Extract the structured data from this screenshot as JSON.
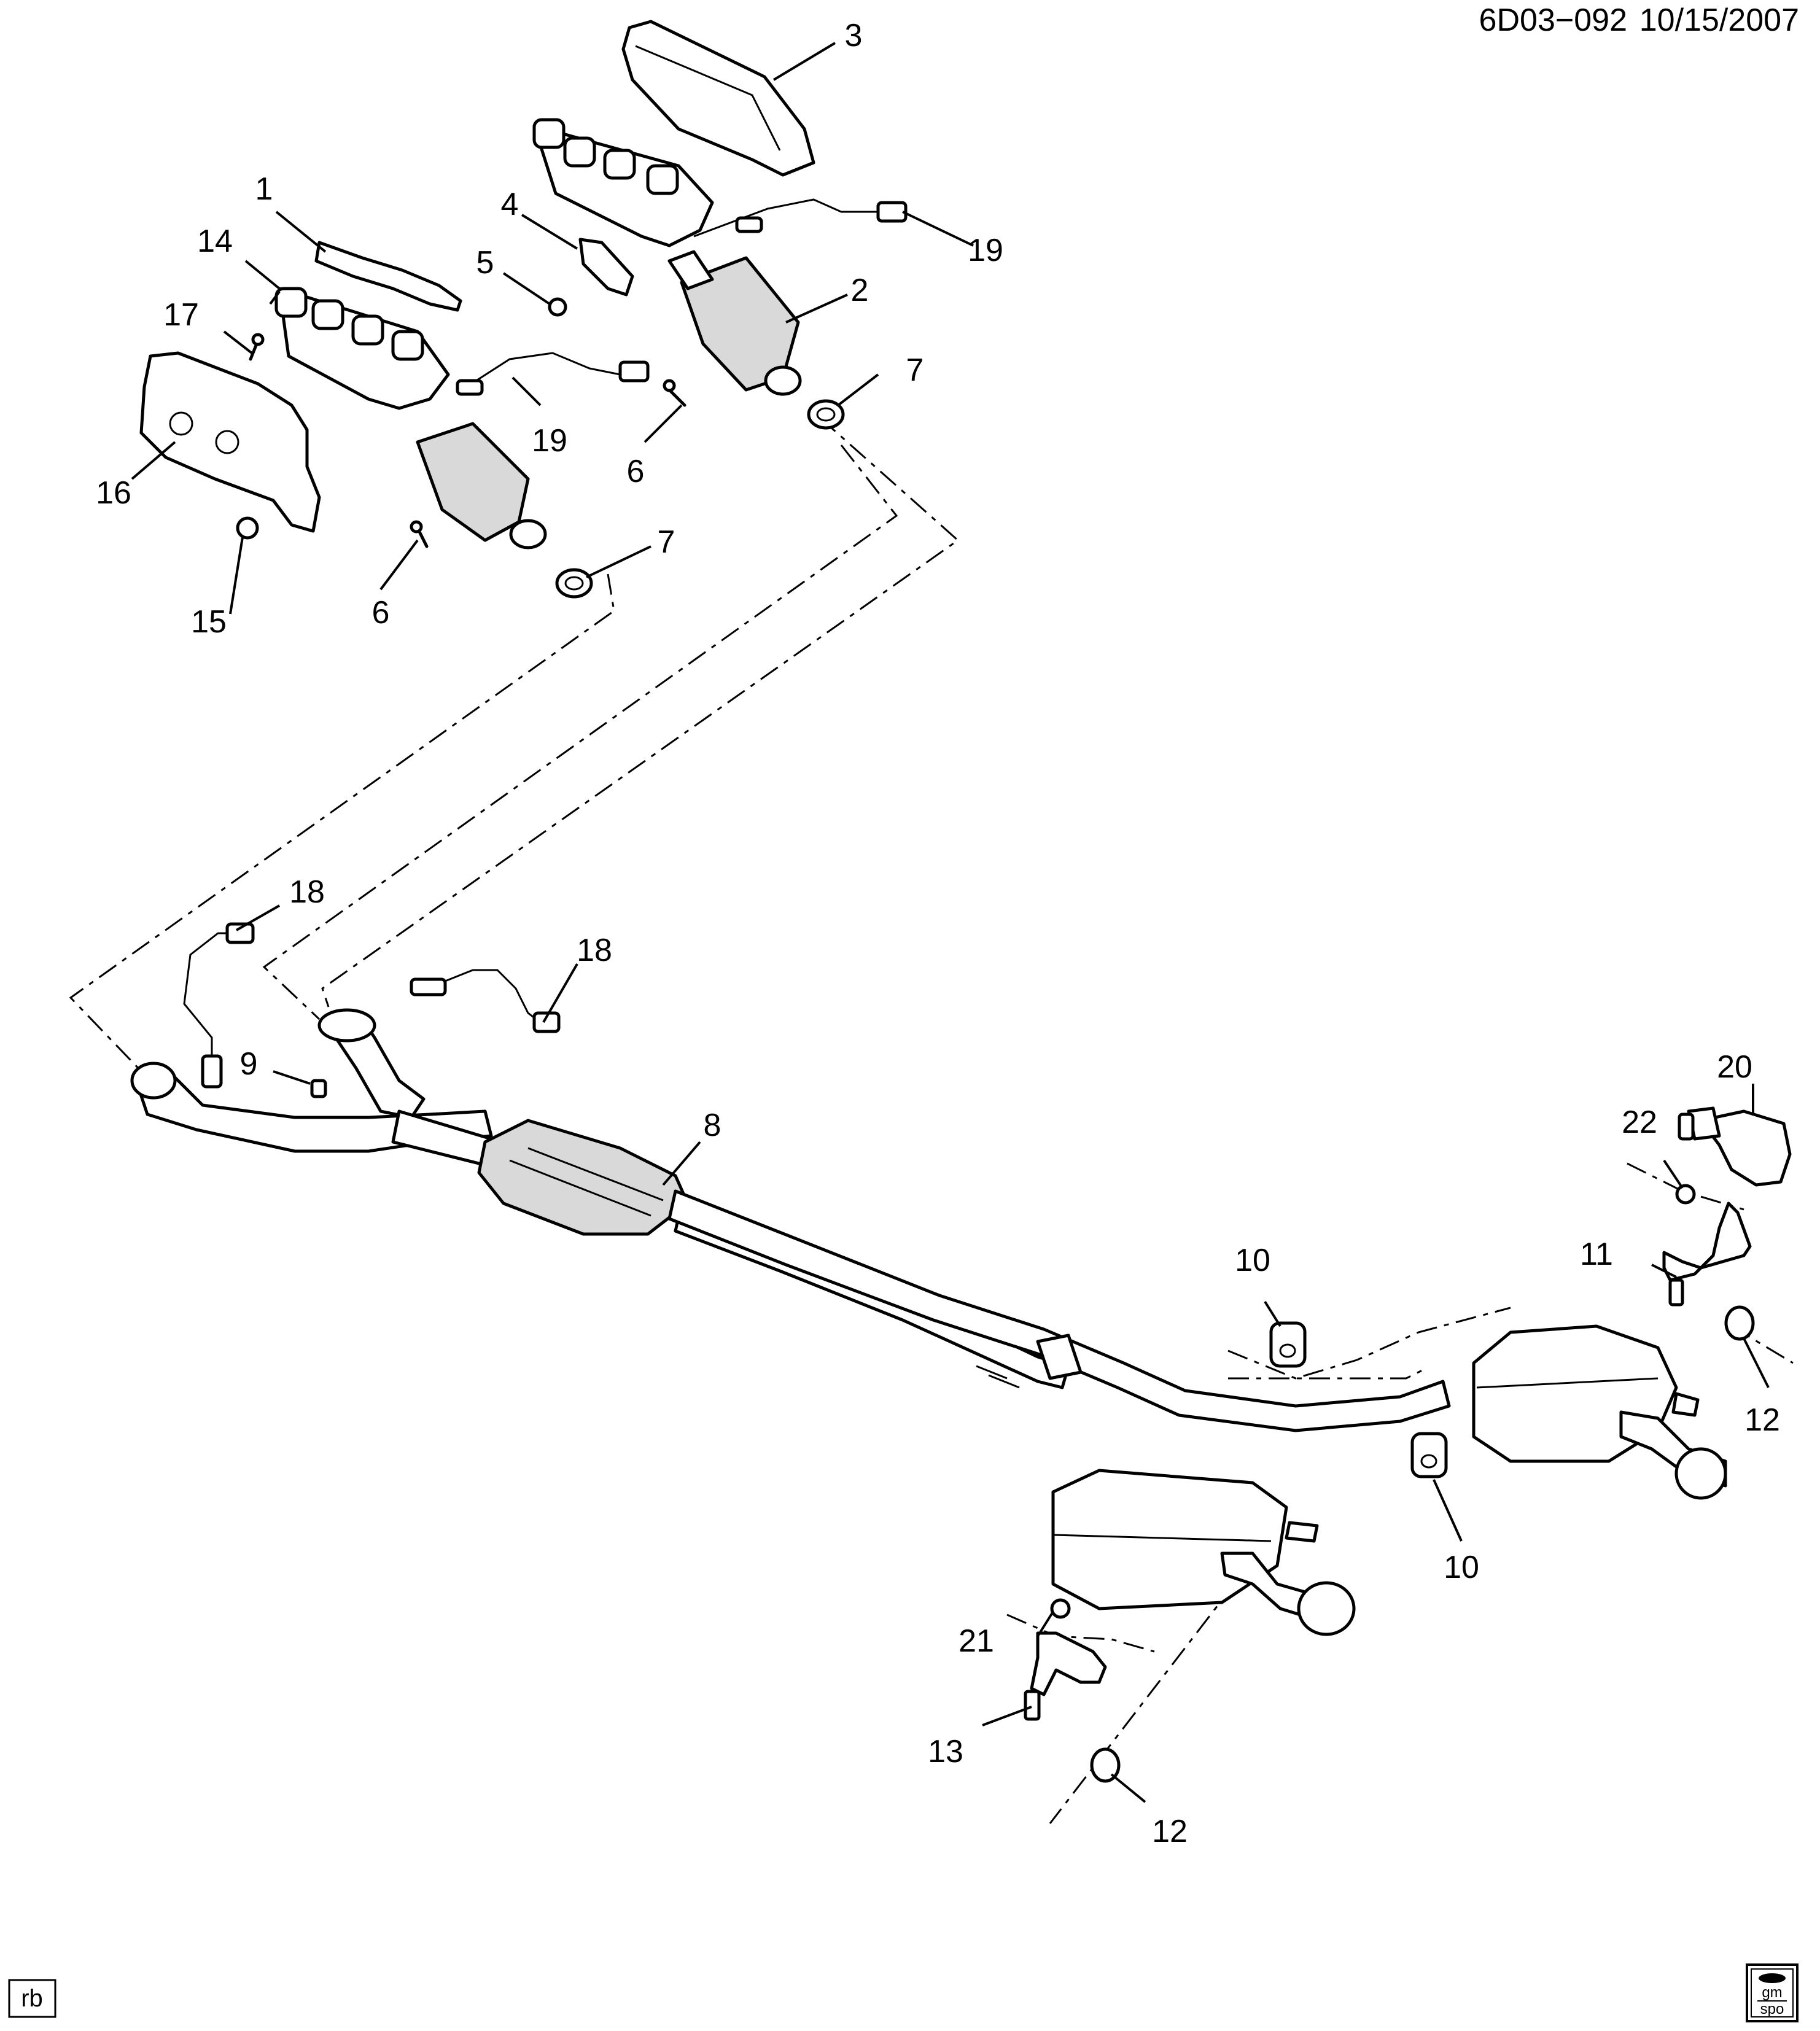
{
  "header": {
    "drawing_id": "6D03−092",
    "date": "10/15/2007"
  },
  "footer": {
    "author_initials": "rb",
    "logo_top": "gm",
    "logo_bottom": "spo"
  },
  "callouts": {
    "c1": "1",
    "c2": "2",
    "c3": "3",
    "c4": "4",
    "c5": "5",
    "c6a": "6",
    "c6b": "6",
    "c7a": "7",
    "c7b": "7",
    "c8": "8",
    "c9": "9",
    "c10a": "10",
    "c10b": "10",
    "c11": "11",
    "c12a": "12",
    "c12b": "12",
    "c13": "13",
    "c14": "14",
    "c15": "15",
    "c16": "16",
    "c17": "17",
    "c18a": "18",
    "c18b": "18",
    "c19a": "19",
    "c19b": "19",
    "c20": "20",
    "c21": "21",
    "c22": "22"
  }
}
